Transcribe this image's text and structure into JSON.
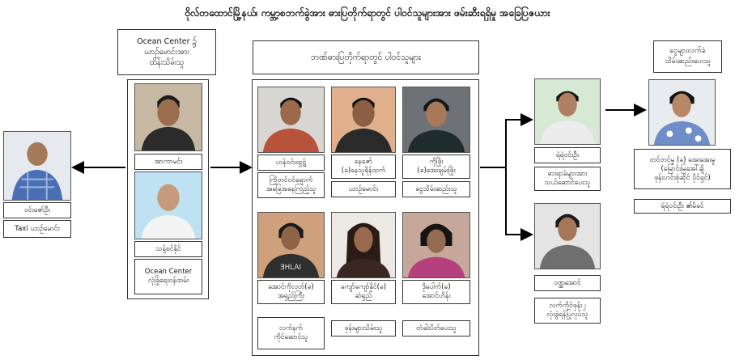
{
  "title": "ဝိုလ်တထောင်မြို့နယ်၊ ကမ္ဘာ့စဘက်ခွဲအား ဓားပြတိုက်ရာတွင် ပါဝင်သူများအား ဖမ်းဆီးရရှိမှု အခြေပြဇယား",
  "headers": {
    "ocean": "Ocean Center ၌\nယာဉ်မောင်းအား\nထိန်းသိမ်းသူ",
    "robbers": "ဘဏ်ဓားပြတိုက်ရာတွင် ပါဝင်သူများ",
    "money": "ငွေများလက်ခံ\nသိမ်းဆည်းပေးသူ"
  },
  "people": {
    "far_left": {
      "name": "ဝင်းဇော်ဦး",
      "role": "Taxi ယာဉ်မောင်း"
    },
    "ocean_1": {
      "name": "အာကာမင်း"
    },
    "ocean_2": {
      "name": "သန့်စင်နိုင်",
      "role": "Ocean Center\nလုံခြုံရေးဝန်ထမ်း"
    },
    "r1": {
      "name": "ဟန်ဝင်းထွဋ်",
      "role": "ကြိုတင်ဝင်ရောက်\nအခြေအနေကြည့်သူ"
    },
    "r2": {
      "name": "နေဇော်\n(ခ)နေသူရိန်ထက်",
      "role": "ယာဉ်မောင်း"
    },
    "r3": {
      "name": "ကိုဖြိုး\n(ခ)အေးချမ်းဖြိုး",
      "role": "ငွေသိမ်းဆည်းသူ"
    },
    "r4": {
      "name": "အောင်ကိုလတ်(ခ)\nအရှည်ကြီး",
      "role": "လက်နက်\nကိုင်ဆောင်သူ"
    },
    "r5": {
      "name": "ကျော်ကျော်နိုင်(ခ)\nဆံရှည်",
      "role": "ဖုန်းများသိမ်းသူ"
    },
    "r6": {
      "name": "ဒိုပေါက်(ခ)\nအောင်ဟိန်း",
      "role": "တံခါးပိတ်ပေးသူ"
    },
    "right_1": {
      "name": "ရဲရဲဝင်းဦး",
      "role": "ဓားရာခံများအား\nသယ်ဆောင်ပေးသူ"
    },
    "right_2": {
      "name": "ဝဏ္ဏအောင်",
      "role": "လက်ကိုင်ဖုန်း၂\nလုံးခွဲရန်ပြုလုပ်သူ"
    },
    "money": {
      "name": "တင်တင်မူ (ခ) အေးအေးမူ\n(မြောင်းမြအေါ်ချိ\nဖုန်းဟင်းစုံဆိုင် ပိုင်ရှင်)",
      "role": "ရဲရဲဝင်းဦး ၏မိခင်"
    }
  },
  "colors": {
    "border": "#333333",
    "arrow": "#000000"
  }
}
